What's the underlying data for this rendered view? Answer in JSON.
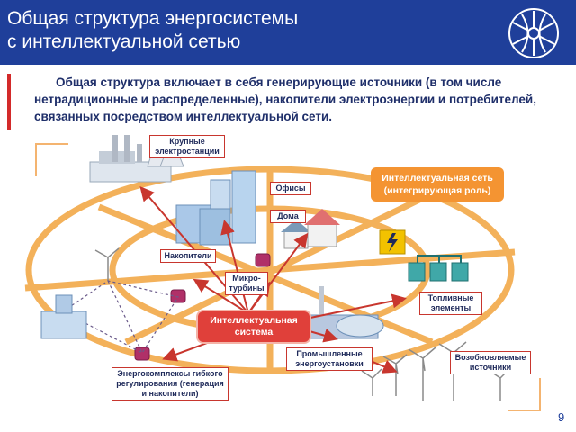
{
  "header": {
    "title_line1": "Общая структура энергосистемы",
    "title_line2": "с интеллектуальной сетью"
  },
  "intro": {
    "text": "Общая структура включает в себя генерирующие источники (в том числе нетрадиционные и распределенные), накопители электроэнергии и потребителей, связанных посредством интеллектуальной сети."
  },
  "labels": {
    "large_plants": "Крупные электростанции",
    "offices": "Офисы",
    "homes": "Дома",
    "storage": "Накопители",
    "micro_turbines": "Микро-турбины",
    "smart_grid": "Интеллектуальная сеть (интегрирующая роль)",
    "fuel_cells": "Топливные элементы",
    "smart_system": "Интеллектуальная система",
    "industrial": "Промышленные энергоустановки",
    "renewables": "Возобновляемые источники",
    "flex_complex": "Энергокомплексы гибкого регулирования (генерация и накопители)"
  },
  "page_number": "9",
  "colors": {
    "header_bg": "#1f3f9a",
    "road": "#f3b15a",
    "arrow": "#c8362e",
    "label_border": "#c8362e",
    "orange_box": "#f49432",
    "red_box": "#e0403a",
    "intro_text": "#1f2f6a"
  },
  "icons": [
    "company-logo-icon",
    "lightning-icon"
  ]
}
